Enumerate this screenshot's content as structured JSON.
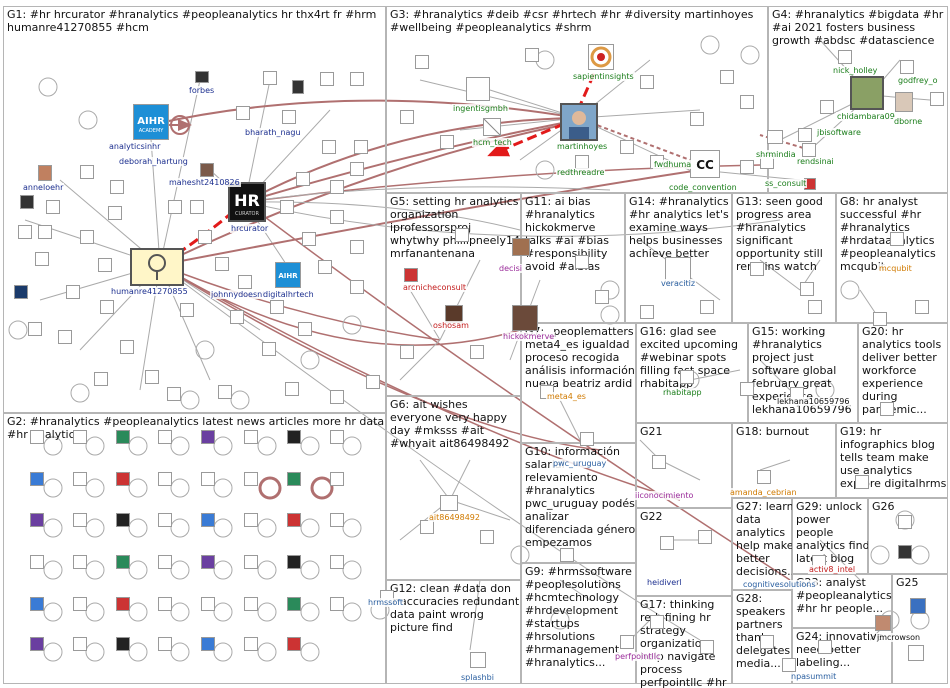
{
  "groups": [
    {
      "id": "G1",
      "text": "G1: #hr hrcurator #hranalytics #peopleanalytics hr thx4rt fr #hrm humanre41270855 #hcm"
    },
    {
      "id": "G2",
      "text": "G2: #hranalytics #peopleanalytics latest news articles more hr data #hr analytics"
    },
    {
      "id": "G3",
      "text": "G3: #hranalytics #deib #csr #hrtech #hr #diversity martinhoyes #wellbeing #peopleanalytics #shrm"
    },
    {
      "id": "G4",
      "text": "G4: #hranalytics #bigdata #hr #ai 2021 fosters business growth #abdsc #datascience"
    },
    {
      "id": "G5",
      "text": "G5: setting hr analytics organization iprofessorsproj whytwhy phillipneely14 mrfanantenana"
    },
    {
      "id": "G6",
      "text": "G6: ait wishes everyone very happy day #mksss #ait #whyait ait86498492"
    },
    {
      "id": "G7",
      "text": "G7: _peoplematters meta4_es igualdad proceso recogida análisis información nueva beatriz ardid"
    },
    {
      "id": "G8",
      "text": "G8: hr analyst successful #hr #hranalytics #hrdataanalytics #peopleanalytics mcqubit"
    },
    {
      "id": "G9",
      "text": "G9: #hrmssoftware #peoplesolutions #hcmtechnology #hrdevelopment #startups #hrsolutions #hrmanagement #hranalytics..."
    },
    {
      "id": "G10",
      "text": "G10: información salarial relevamiento #hranalytics pwc_uruguay podés analizar diferenciada género empezamos"
    },
    {
      "id": "G11",
      "text": "G11: ai bias #hranalytics hickokmerve talks #ai #bias #responsibility avoid #aibias"
    },
    {
      "id": "G12",
      "text": "G12: clean #data don inaccuracies redundant data paint wrong picture find"
    },
    {
      "id": "G13",
      "text": "G13: seen good progress area #hranalytics significant opportunity still remains watch"
    },
    {
      "id": "G14",
      "text": "G14: #hranalytics #hr analytics let's examine ways helps businesses achieve better"
    },
    {
      "id": "G15",
      "text": "G15: working #hranalytics project just software global february great experience lekhana10659796"
    },
    {
      "id": "G16",
      "text": "G16: glad see excited upcoming #webinar spots filling fast space rhabitapp"
    },
    {
      "id": "G17",
      "text": "G17: thinking redefining hr strategy organization help navigate process perfpointllc #hr"
    },
    {
      "id": "G18",
      "text": "G18: burnout"
    },
    {
      "id": "G19",
      "text": "G19: hr infographics blog tells team make use analytics explore digitalhrms"
    },
    {
      "id": "G20",
      "text": "G20: hr analytics tools deliver better workforce experience during pandemic..."
    },
    {
      "id": "G21",
      "text": "G21"
    },
    {
      "id": "G22",
      "text": "G22"
    },
    {
      "id": "G23",
      "text": "G23: analyst #peopleanalytics #hr hr people..."
    },
    {
      "id": "G24",
      "text": "G24: innovative need better labeling..."
    },
    {
      "id": "G25",
      "text": "G25"
    },
    {
      "id": "G26",
      "text": "G26"
    },
    {
      "id": "G27",
      "text": "G27: learn data analytics help make better decisions..."
    },
    {
      "id": "G28",
      "text": "G28: speakers partners thank delegates media..."
    },
    {
      "id": "G29",
      "text": "G29: unlock power people analytics find latest blog"
    }
  ],
  "labels": [
    {
      "id": "l1",
      "text": "forbes",
      "color": "blue"
    },
    {
      "id": "l2",
      "text": "analyticsinhr",
      "color": "blue"
    },
    {
      "id": "l3",
      "text": "bharath_nagu",
      "color": "blue"
    },
    {
      "id": "l4",
      "text": "deborah_hartung",
      "color": "blue"
    },
    {
      "id": "l5",
      "text": "mahesht2410826",
      "color": "blue"
    },
    {
      "id": "l6",
      "text": "anneloehr",
      "color": "blue"
    },
    {
      "id": "l7",
      "text": "hrcurator",
      "color": "blue"
    },
    {
      "id": "l8",
      "text": "humanre41270855",
      "color": "blue"
    },
    {
      "id": "l9",
      "text": "johnnydoesnt",
      "color": "blue"
    },
    {
      "id": "l10",
      "text": "digitalhrtech",
      "color": "blue"
    },
    {
      "id": "l11",
      "text": "ingentisgmbh",
      "color": "green"
    },
    {
      "id": "l12",
      "text": "sapientinsights",
      "color": "green"
    },
    {
      "id": "l13",
      "text": "hcm_tech",
      "color": "green"
    },
    {
      "id": "l14",
      "text": "martinhoyes",
      "color": "green"
    },
    {
      "id": "l15",
      "text": "redthreadre",
      "color": "green"
    },
    {
      "id": "l16",
      "text": "fwdhuma",
      "color": "green"
    },
    {
      "id": "l17",
      "text": "code_convention",
      "color": "green"
    },
    {
      "id": "l18",
      "text": "nick_holley",
      "color": "green"
    },
    {
      "id": "l19",
      "text": "godfrey_o",
      "color": "green"
    },
    {
      "id": "l20",
      "text": "chidambara09",
      "color": "green"
    },
    {
      "id": "l21",
      "text": "dborne",
      "color": "green"
    },
    {
      "id": "l22",
      "text": "jbisoftware",
      "color": "green"
    },
    {
      "id": "l23",
      "text": "shrmindia",
      "color": "green"
    },
    {
      "id": "l24",
      "text": "rendsinai",
      "color": "green"
    },
    {
      "id": "l25",
      "text": "ss_consult",
      "color": "green"
    },
    {
      "id": "l26",
      "text": "arcnicheconsult",
      "color": "red"
    },
    {
      "id": "l27",
      "text": "oshosam",
      "color": "red"
    },
    {
      "id": "l28",
      "text": "decisi",
      "color": "purple"
    },
    {
      "id": "l29",
      "text": "hickokmerve",
      "color": "purple"
    },
    {
      "id": "l30",
      "text": "veracitiz",
      "color": "teal"
    },
    {
      "id": "l31",
      "text": "mcqubit",
      "color": "orange"
    },
    {
      "id": "l32",
      "text": "meta4_es",
      "color": "orange"
    },
    {
      "id": "l33",
      "text": "rhabitapp",
      "color": "green"
    },
    {
      "id": "l34",
      "text": "lekhana10659796",
      "color": "black"
    },
    {
      "id": "l35",
      "text": "pwc_uruguay",
      "color": "teal"
    },
    {
      "id": "l36",
      "text": "ait86498492",
      "color": "orange"
    },
    {
      "id": "l37",
      "text": "iiconocimiento",
      "color": "purple"
    },
    {
      "id": "l38",
      "text": "amanda_cebrian",
      "color": "orange"
    },
    {
      "id": "l39",
      "text": "activ8_intel",
      "color": "red"
    },
    {
      "id": "l40",
      "text": "heidiverl",
      "color": "blue"
    },
    {
      "id": "l41",
      "text": "hrmssoft",
      "color": "teal"
    },
    {
      "id": "l42",
      "text": "splashbi",
      "color": "teal"
    },
    {
      "id": "l43",
      "text": "cognitivesolutions",
      "color": "teal"
    },
    {
      "id": "l44",
      "text": "perfpointllc",
      "color": "purple"
    },
    {
      "id": "l45",
      "text": "npasummit",
      "color": "teal"
    },
    {
      "id": "l46",
      "text": "jmcrowson",
      "color": "black"
    }
  ]
}
